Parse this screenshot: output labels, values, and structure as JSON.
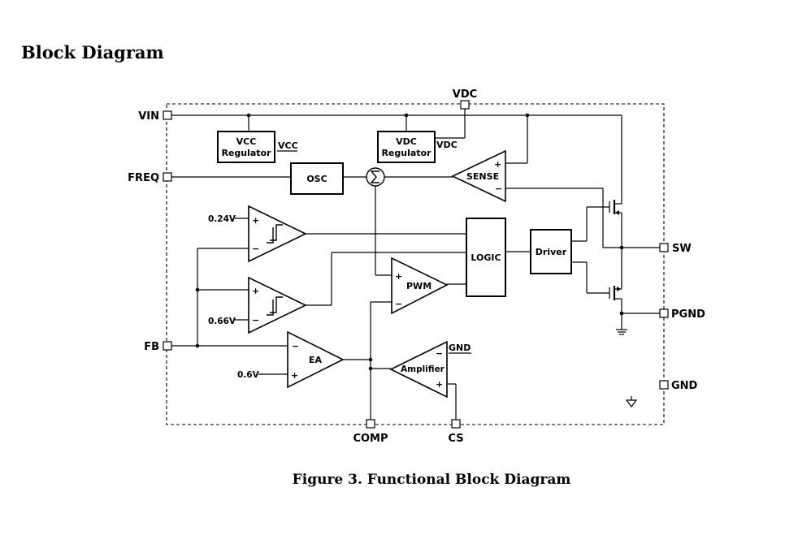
{
  "page": {
    "heading": "Block Diagram",
    "caption": "Figure 3. Functional Block Diagram"
  },
  "pins": {
    "vin": "VIN",
    "vdc": "VDC",
    "freq": "FREQ",
    "fb": "FB",
    "sw": "SW",
    "pgnd": "PGND",
    "gnd": "GND",
    "comp": "COMP",
    "cs": "CS"
  },
  "blocks": {
    "vcc_regulator": [
      "VCC",
      "Regulator"
    ],
    "vdc_regulator": [
      "VDC",
      "Regulator"
    ],
    "osc": "OSC",
    "sense": "SENSE",
    "logic": "LOGIC",
    "driver": "Driver",
    "pwm": "PWM",
    "ea": "EA",
    "amplifier": "Amplifier"
  },
  "net_labels": {
    "vcc": "VCC",
    "vdc": "VDC",
    "amp_gnd": "GND"
  },
  "references": {
    "ref_024": "0.24V",
    "ref_066": "0.66V",
    "ref_06": "0.6V"
  },
  "symbols": {
    "plus": "+",
    "minus": "−",
    "summing_junction": "summation-icon",
    "hysteresis": "hysteresis-icon",
    "ground": "ground-icon",
    "mosfet": "mosfet-icon"
  }
}
